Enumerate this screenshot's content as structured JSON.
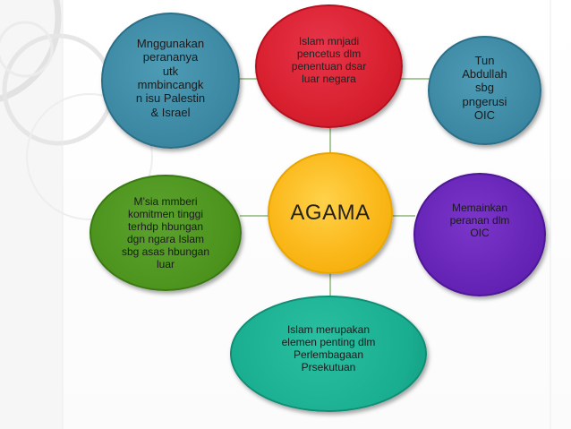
{
  "colors": {
    "center": "#fbb81a",
    "top": "#d8202f",
    "teal_blue": "#3b87a2",
    "green": "#4b931c",
    "purple": "#6322b4",
    "teal_green": "#1aae90",
    "connector": "#a8c89a"
  },
  "diagram": {
    "center": {
      "label": "AGAMA"
    },
    "nodes": {
      "top": "Islam mnjadi\npencetus  dlm\npenentuan dsar\nluar negara",
      "top_left": "Mnggunakan\nperananya\nutk\nmmbincangk\nn isu Palestin\n& Israel",
      "top_right": "Tun\nAbdullah\nsbg\npngerusi\nOIC",
      "left": "M’sia mmberi\nkomitmen tinggi\nterhdp hbungan\ndgn ngara Islam\nsbg asas hbungan\nluar",
      "right": "Memainkan\nperanan dlm\nOIC",
      "bottom": "Islam merupakan\nelemen penting dlm\nPerlembagaan\nPrsekutuan"
    }
  }
}
